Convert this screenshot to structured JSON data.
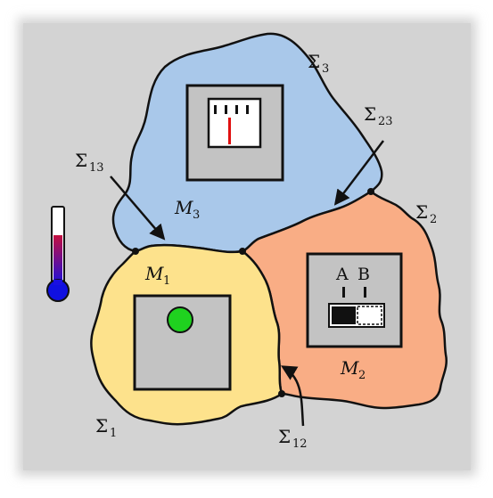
{
  "labels": {
    "sigma_1": "Σ",
    "sigma_1_sub": "1",
    "sigma_2": "Σ",
    "sigma_2_sub": "2",
    "sigma_3": "Σ",
    "sigma_3_sub": "3",
    "sigma_12": "Σ",
    "sigma_12_sub": "12",
    "sigma_13": "Σ",
    "sigma_13_sub": "13",
    "sigma_23": "Σ",
    "sigma_23_sub": "23",
    "m_1": "M",
    "m_1_sub": "1",
    "m_2": "M",
    "m_2_sub": "2",
    "m_3": "M",
    "m_3_sub": "3",
    "switch_a": "A",
    "switch_b": "B"
  },
  "colors": {
    "background_panel": "#d3d3d3",
    "region_1_fill": "#fde28c",
    "region_2_fill": "#f9ad85",
    "region_3_fill": "#a9c8ea",
    "device_box": "#c3c3c3",
    "indicator_light": "#1fd21f",
    "meter_needle": "#e01010",
    "thermometer_bulb": "#1010e0",
    "thermometer_top": "#c41040"
  },
  "icons": {
    "meter": "analog-meter-icon",
    "switch": "ab-switch-icon",
    "light": "green-light-icon",
    "thermometer": "thermometer-icon"
  }
}
